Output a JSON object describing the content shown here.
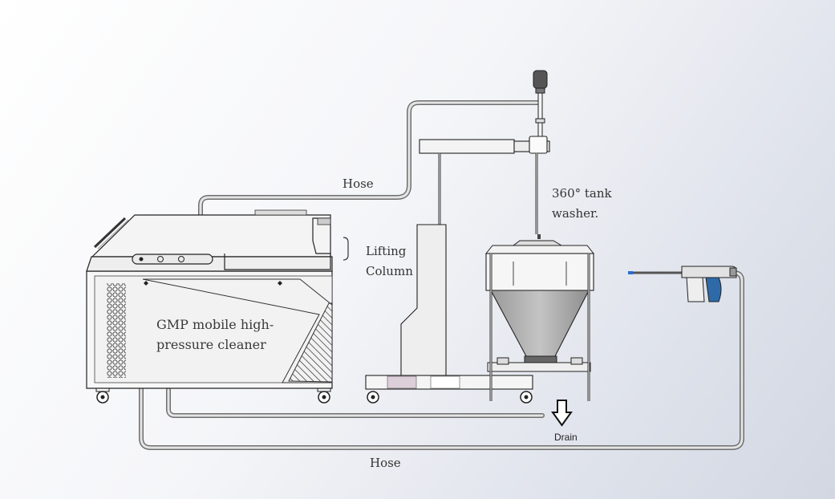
{
  "labels": {
    "hose_top": "Hose",
    "hose_bottom": "Hose",
    "tank_washer_line1": "360° tank",
    "tank_washer_line2": "washer.",
    "lifting_line1": "Lifting",
    "lifting_line2": "Column",
    "cleaner_line1": "GMP mobile high-",
    "cleaner_line2": "pressure cleaner",
    "drain": "Drain"
  }
}
